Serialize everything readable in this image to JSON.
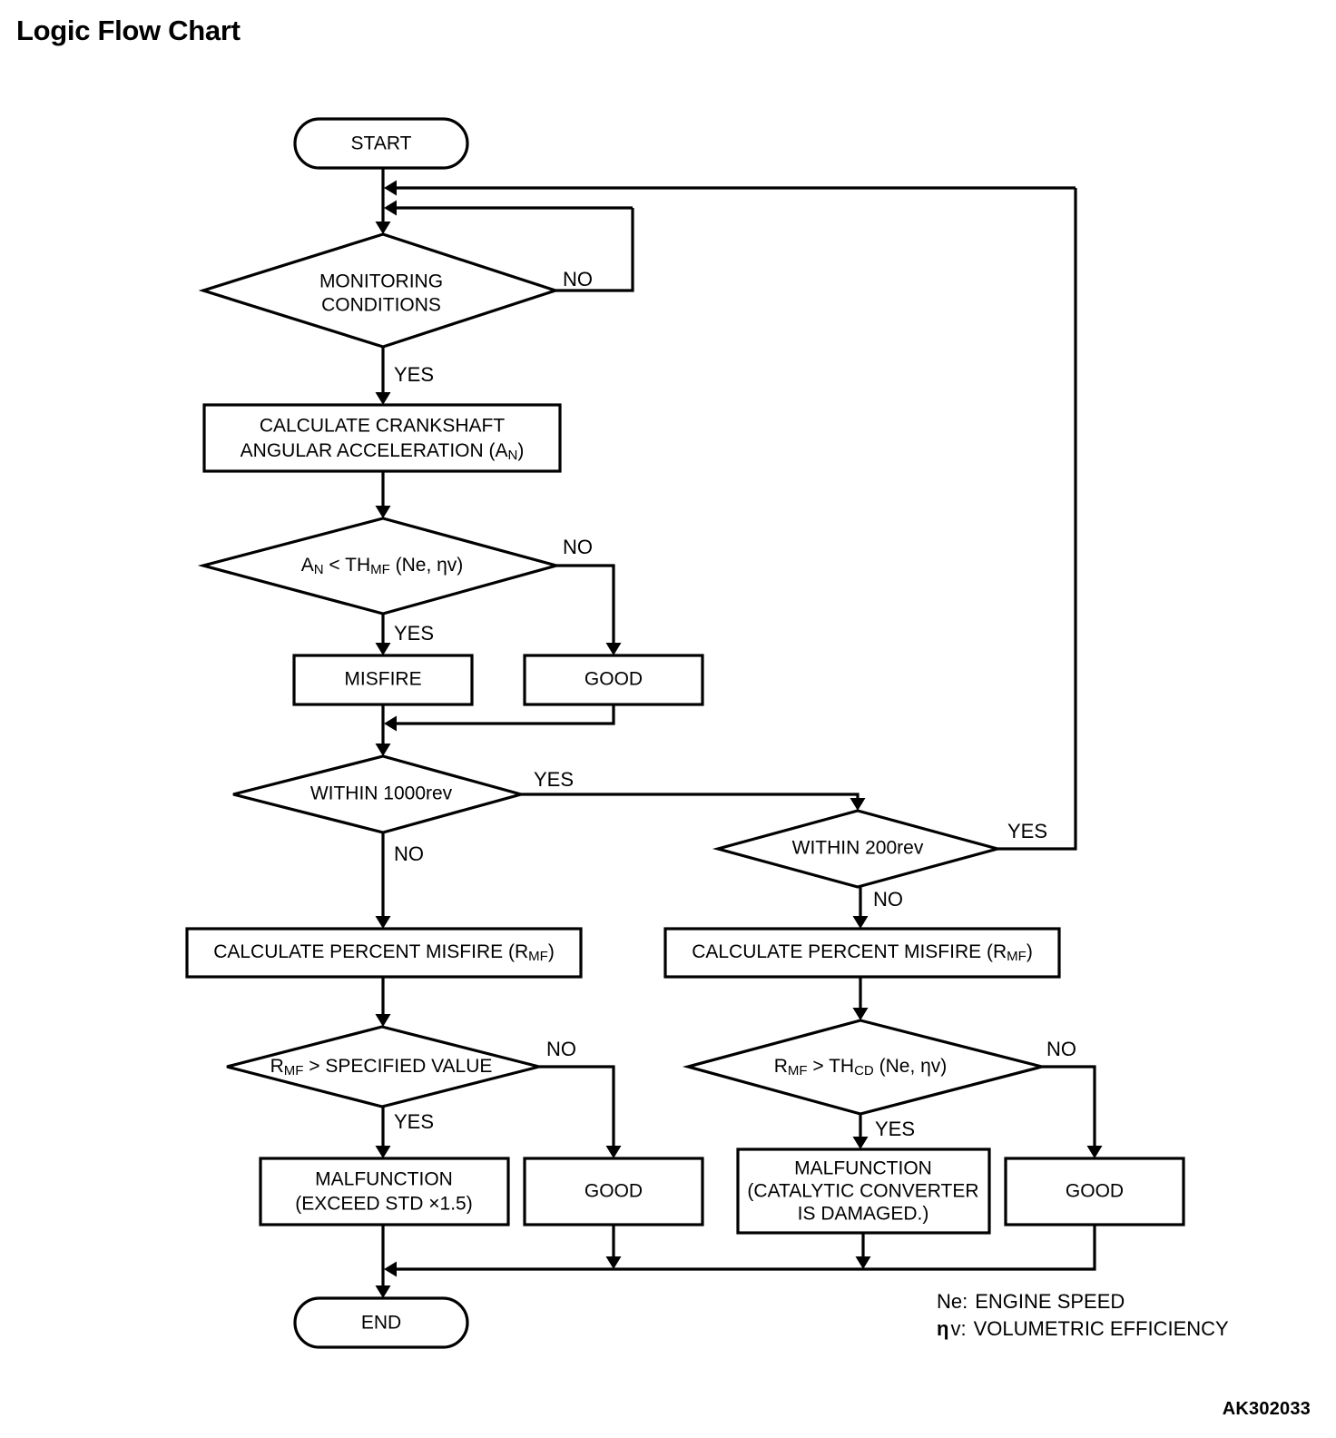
{
  "page": {
    "title": "Logic Flow Chart",
    "reference_code": "AK302033"
  },
  "chart_data": {
    "type": "diagram",
    "diagram_type": "flowchart",
    "title": "Logic Flow Chart",
    "nodes": [
      {
        "id": "start",
        "shape": "terminator",
        "label": "START"
      },
      {
        "id": "monitoring",
        "shape": "decision",
        "label_line1": "MONITORING",
        "label_line2": "CONDITIONS"
      },
      {
        "id": "calc_accel",
        "shape": "process",
        "label_line1": "CALCULATE CRANKSHAFT",
        "label_line2_pre": "ANGULAR ACCELERATION (A",
        "label_line2_sub": "N",
        "label_line2_post": ")"
      },
      {
        "id": "an_vs_thmf",
        "shape": "decision",
        "pre": "A",
        "sub1": "N",
        "mid": " < TH",
        "sub2": "MF",
        "post": " (Ne, ηv)"
      },
      {
        "id": "misfire",
        "shape": "process",
        "label": "MISFIRE"
      },
      {
        "id": "good_1",
        "shape": "process",
        "label": "GOOD"
      },
      {
        "id": "within_1000",
        "shape": "decision",
        "label": "WITHIN 1000rev"
      },
      {
        "id": "within_200",
        "shape": "decision",
        "label": "WITHIN 200rev"
      },
      {
        "id": "calc_rmf_l",
        "shape": "process",
        "pre": "CALCULATE PERCENT MISFIRE (R",
        "sub": "MF",
        "post": ")"
      },
      {
        "id": "calc_rmf_r",
        "shape": "process",
        "pre": "CALCULATE PERCENT MISFIRE (R",
        "sub": "MF",
        "post": ")"
      },
      {
        "id": "rmf_spec",
        "shape": "decision",
        "pre": "R",
        "sub": "MF",
        "post": " > SPECIFIED VALUE"
      },
      {
        "id": "rmf_thcd",
        "shape": "decision",
        "pre": "R",
        "sub1": "MF",
        "mid": " > TH",
        "sub2": "CD",
        "post": " (Ne, ηv)"
      },
      {
        "id": "malf_std",
        "shape": "process",
        "label_line1": "MALFUNCTION",
        "label_line2": "(EXCEED STD  ×1.5)"
      },
      {
        "id": "good_2",
        "shape": "process",
        "label": "GOOD"
      },
      {
        "id": "malf_cat",
        "shape": "process",
        "label_line1": "MALFUNCTION",
        "label_line2": "(CATALYTIC CONVERTER",
        "label_line3": "IS DAMAGED.)"
      },
      {
        "id": "good_3",
        "shape": "process",
        "label": "GOOD"
      },
      {
        "id": "end",
        "shape": "terminator",
        "label": "END"
      }
    ],
    "edge_labels": {
      "monitoring_no": "NO",
      "monitoring_yes": "YES",
      "an_no": "NO",
      "an_yes": "YES",
      "within1000_yes": "YES",
      "within1000_no": "NO",
      "within200_yes": "YES",
      "within200_no": "NO",
      "rmfspec_no": "NO",
      "rmfspec_yes": "YES",
      "rmfthcd_no": "NO",
      "rmfthcd_yes": "YES"
    },
    "legend": [
      {
        "symbol": "Ne:",
        "meaning": "ENGINE SPEED"
      },
      {
        "symbol_greek": "η",
        "symbol_rest": "v:",
        "meaning": "VOLUMETRIC EFFICIENCY"
      }
    ],
    "colors": {
      "stroke": "#000000",
      "fill": "#ffffff",
      "text": "#000000"
    }
  }
}
